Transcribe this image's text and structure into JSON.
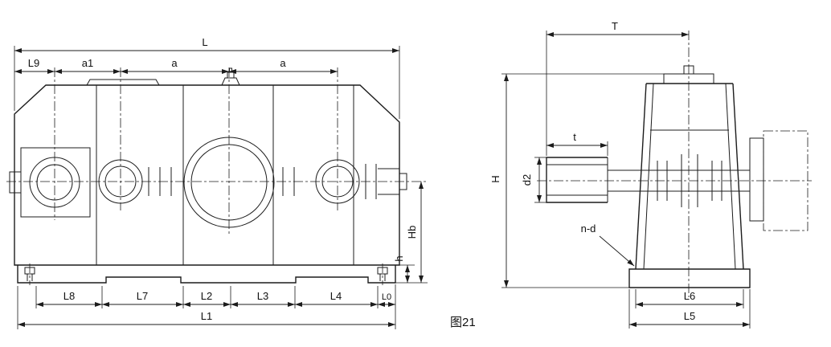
{
  "figure": {
    "caption": "图21"
  },
  "colors": {
    "line": "#1c1c1c",
    "background": "#ffffff",
    "text": "#111111"
  },
  "left_view": {
    "dims": {
      "L": "L",
      "L9": "L9",
      "a1": "a1",
      "a_left": "a",
      "a_right": "a",
      "L8": "L8",
      "L7": "L7",
      "L2": "L2",
      "L3": "L3",
      "L4": "L4",
      "L0": "L0",
      "L1": "L1",
      "Hb": "Hb",
      "h": "h"
    }
  },
  "right_view": {
    "dims": {
      "T": "T",
      "t": "t",
      "H": "H",
      "d2": "d2",
      "n_d": "n-d",
      "L6": "L6",
      "L5": "L5"
    }
  }
}
